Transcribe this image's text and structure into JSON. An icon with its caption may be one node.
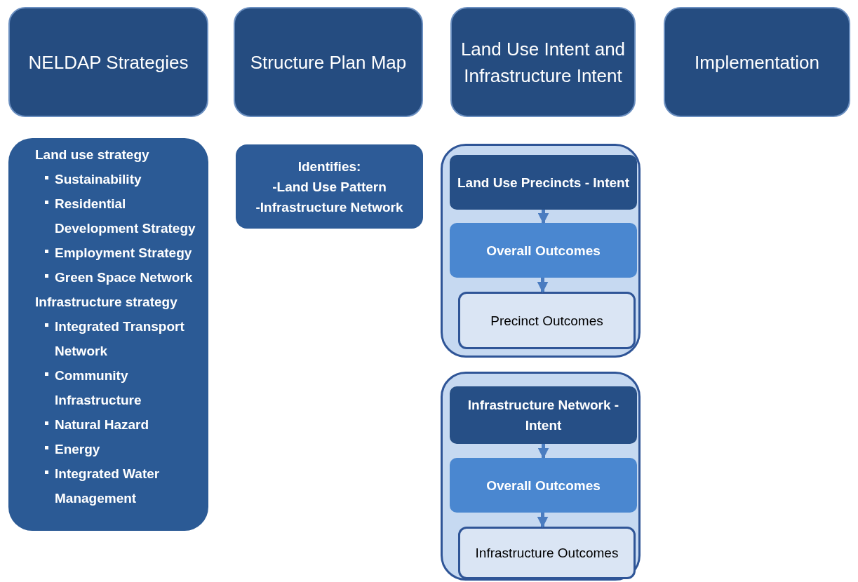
{
  "diagram": {
    "nodes": [
      {
        "text": [
          "NELDAP Strategies"
        ]
      },
      {
        "text": [
          "Structure Plan Map"
        ]
      },
      {
        "text": [
          "Land Use Intent and Infrastructure Intent"
        ]
      },
      {
        "text": [
          "Implementation"
        ]
      },
      {
        "text": [
          "Land use strategy",
          "Sustainability",
          "Residential Development Strategy",
          "Employment Strategy",
          "Green Space Network",
          "Infrastructure strategy",
          "Integrated Transport Network",
          "Community Infrastructure",
          "Natural Hazard",
          "Energy",
          "Integrated Water Management"
        ]
      },
      {
        "text": [
          "Identifies:",
          "-Land Use Pattern",
          "-Infrastructure Network"
        ]
      },
      {
        "text": [],
        "shape": "box"
      },
      {
        "text": [
          "Land Use Precincts - Intent"
        ],
        "in": 6
      },
      {
        "text": [
          "Overall Outcomes"
        ],
        "in": 6
      },
      {
        "text": [
          "Precinct Outcomes"
        ],
        "in": 6
      },
      {
        "text": [],
        "shape": "box"
      },
      {
        "text": [
          "Infrastructure Network - Intent"
        ],
        "in": 10
      },
      {
        "text": [
          "Overall Outcomes"
        ],
        "in": 10
      },
      {
        "text": [
          "Infrastructure Outcomes"
        ],
        "in": 10
      }
    ],
    "edges": [
      {
        "from": 7,
        "to": 8,
        "arrow": "to"
      },
      {
        "from": 8,
        "to": 9,
        "arrow": "to"
      },
      {
        "from": 11,
        "to": 12,
        "arrow": "to"
      },
      {
        "from": 12,
        "to": 13,
        "arrow": "to"
      }
    ]
  }
}
